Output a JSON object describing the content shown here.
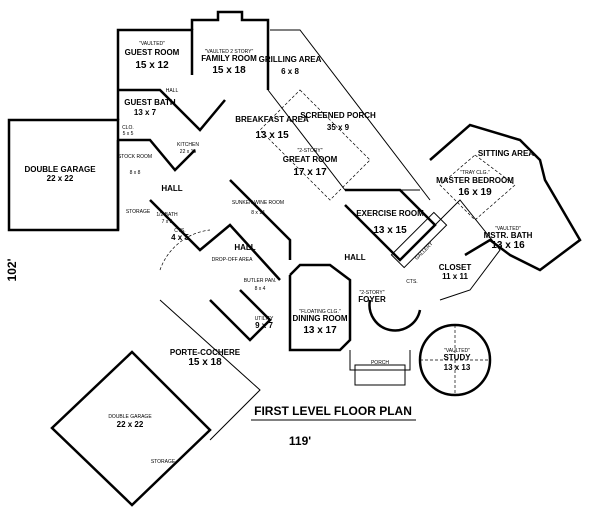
{
  "rooms": {
    "guest_room": {
      "note": "\"VAULTED\"",
      "name": "GUEST ROOM",
      "dims": "15 x 12"
    },
    "family_room": {
      "note": "\"VAULTED 2 STORY\"",
      "name": "FAMILY ROOM",
      "dims": "15 x 18"
    },
    "grilling_area": {
      "name": "GRILLING AREA",
      "dims": "6 x 8"
    },
    "guest_bath": {
      "name": "GUEST BATH",
      "dims": "13 x 7"
    },
    "clo": {
      "name": "CLO.",
      "dims": "5 x 5"
    },
    "kitchen": {
      "name": "KITCHEN",
      "dims": "22 x 15"
    },
    "breakfast_area": {
      "name": "BREAKFAST AREA",
      "dims": "13 x 15"
    },
    "screened_porch": {
      "name": "SCREENED PORCH",
      "dims": "35 x 9"
    },
    "double_garage_1": {
      "name": "DOUBLE GARAGE",
      "dims": "22 x 22"
    },
    "stock_room": {
      "name": "STOCK ROOM",
      "dims": "8 x 8"
    },
    "hall_1": {
      "name": "HALL"
    },
    "hall_2": {
      "name": "HALL"
    },
    "hall_3": {
      "name": "HALL"
    },
    "hall_4": {
      "name": "HALL"
    },
    "storage_1": {
      "name": "STORAGE"
    },
    "half_bath": {
      "name": "1/2 BATH",
      "dims": "7 x 5"
    },
    "cts": {
      "name": "CTS.",
      "dims": "4 x 5"
    },
    "cts_2": {
      "name": "CTS."
    },
    "sunken_wine_room": {
      "name": "SUNKEN WINE ROOM",
      "dims": "8 x 14"
    },
    "great_room": {
      "note": "\"2-STORY\"",
      "name": "GREAT ROOM",
      "dims": "17 x 17"
    },
    "exercise_room": {
      "name": "EXERCISE ROOM",
      "dims": "13 x 15"
    },
    "gallery": {
      "name": "GALLERY"
    },
    "master_bedroom": {
      "note": "\"TRAY CLG.\"",
      "name": "MASTER BEDROOM",
      "dims": "16 x 19"
    },
    "sitting_area": {
      "name": "SITTING AREA"
    },
    "mstr_bath": {
      "note": "\"VAULTED\"",
      "name": "MSTR. BATH",
      "dims": "13 x 16"
    },
    "closet": {
      "name": "CLOSET",
      "dims": "11 x 11"
    },
    "drop_off_area": {
      "name": "DROP-OFF AREA"
    },
    "butler_pan": {
      "name": "BUTLER PAN.",
      "dims": "8 x 4"
    },
    "utility": {
      "name": "UTILITY",
      "dims": "9 x 7"
    },
    "dining_room": {
      "note": "\"FLOATING CLG.\"",
      "name": "DINING ROOM",
      "dims": "13 x 17"
    },
    "foyer": {
      "note": "\"2-STORY\"",
      "name": "FOYER"
    },
    "porch": {
      "name": "PORCH"
    },
    "study": {
      "note": "\"VAULTED\"",
      "name": "STUDY",
      "dims": "13 x 13"
    },
    "porte_cochere": {
      "name": "PORTE-COCHERE",
      "dims": "15 x 18"
    },
    "double_garage_2": {
      "name": "DOUBLE GARAGE",
      "dims": "22 x 22"
    },
    "storage_2": {
      "name": "STORAGE"
    }
  },
  "title": "FIRST LEVEL FLOOR PLAN",
  "width_dimension": "119'",
  "depth_dimension": "102'"
}
